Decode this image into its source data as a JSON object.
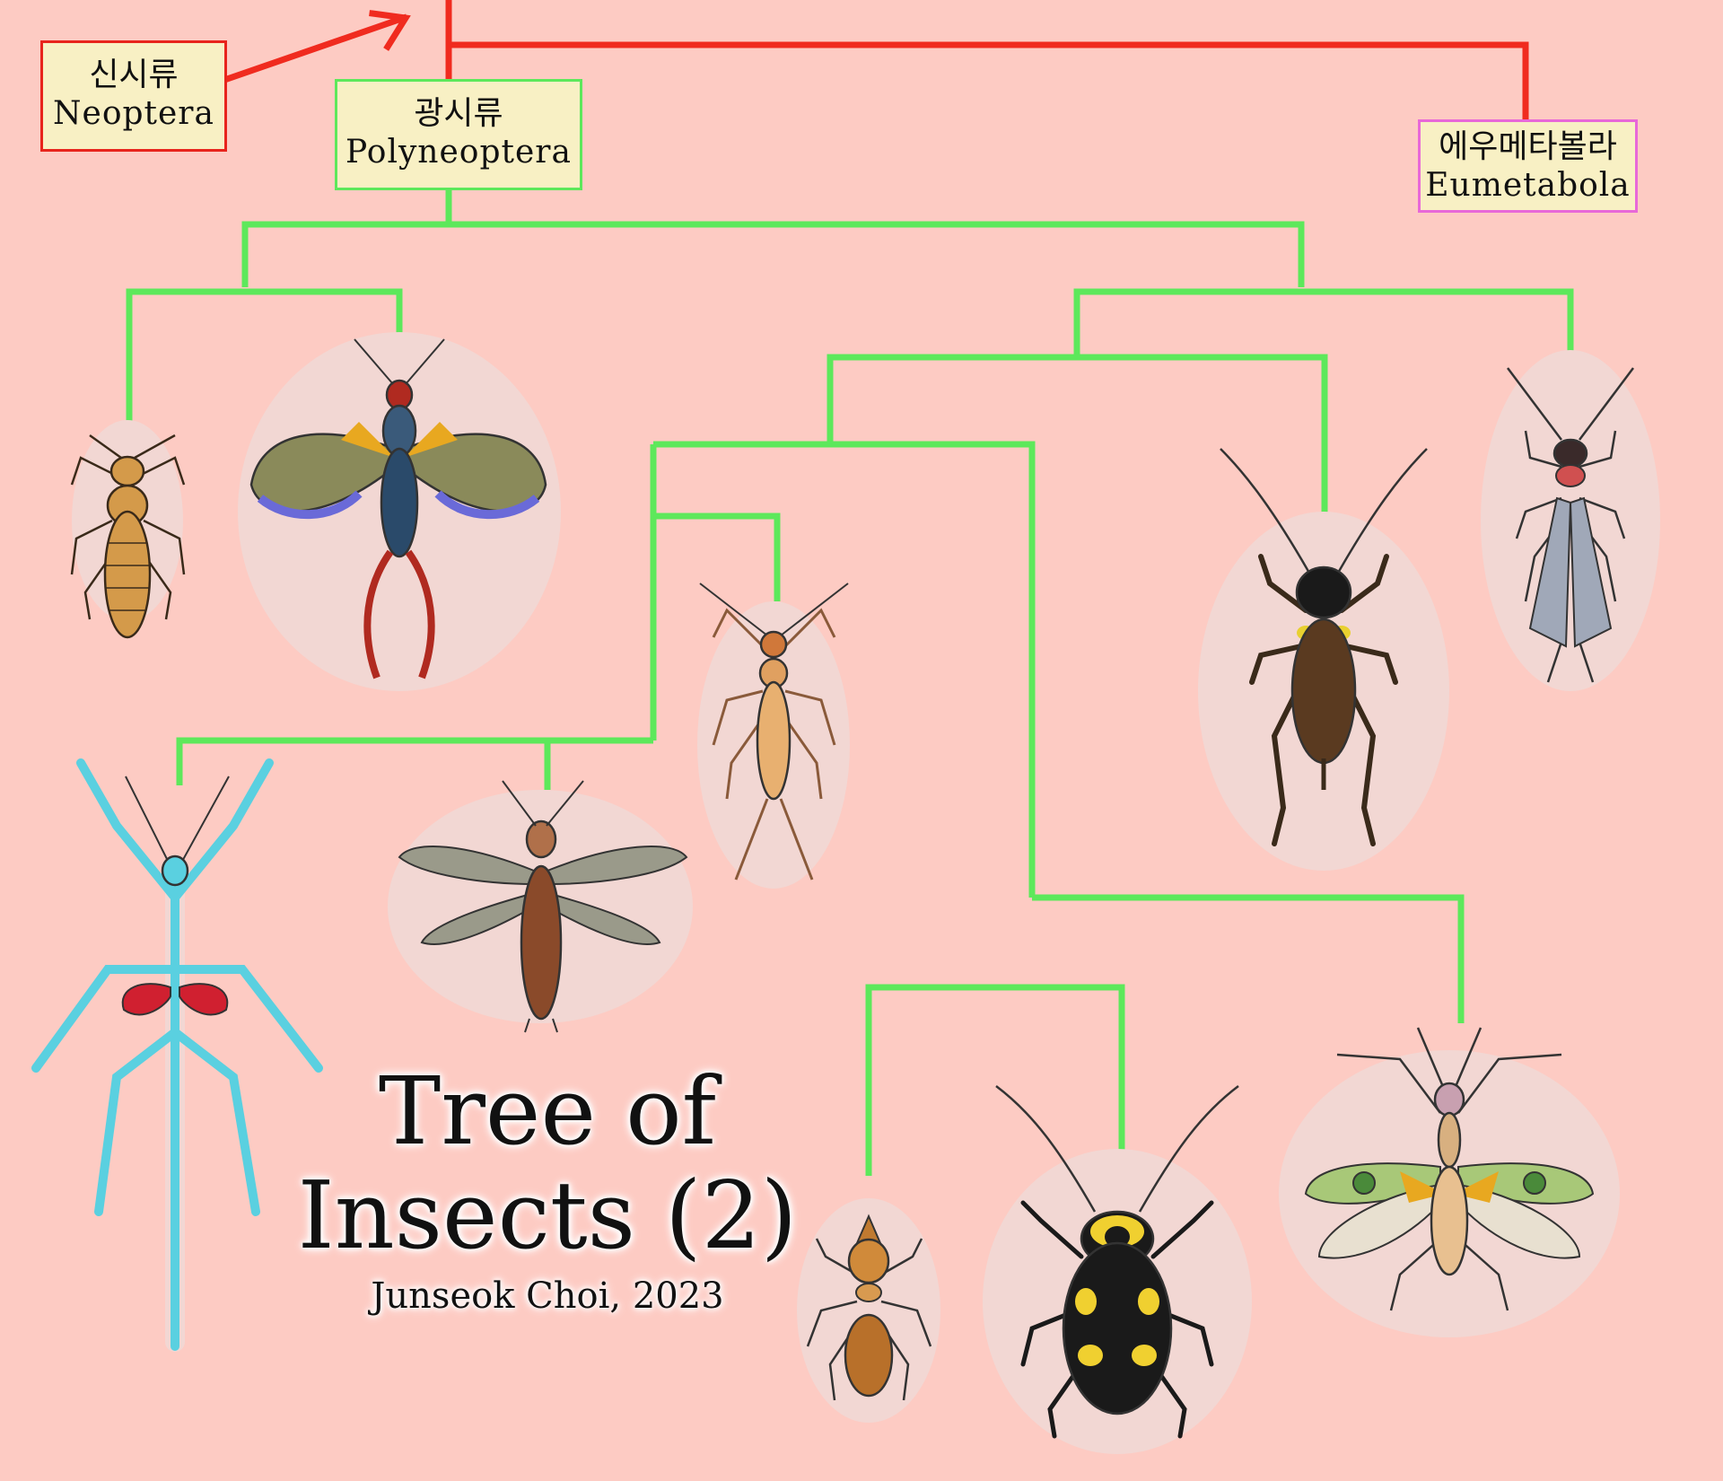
{
  "labels": {
    "neoptera": {
      "ko": "신시류",
      "en": "Neoptera"
    },
    "polyneoptera": {
      "ko": "광시류",
      "en": "Polyneoptera"
    },
    "eumetabola": {
      "ko": "에우메타볼라",
      "en": "Eumetabola"
    }
  },
  "title": {
    "line1": "Tree of",
    "line2": "Insects (2)",
    "credit": "Junseok Choi, 2023"
  },
  "colors": {
    "background": "#fdcbc3",
    "neoptera_branch": "#f02b1f",
    "polyneoptera_branch": "#5de85b",
    "eumetabola_border": "#e868d8",
    "label_fill": "#f8f0c4"
  },
  "insects": [
    {
      "name": "earwig-like-insect-icon"
    },
    {
      "name": "winged-earwig-icon"
    },
    {
      "name": "stick-insect-icon"
    },
    {
      "name": "webspinner-icon"
    },
    {
      "name": "rock-crawler-icon"
    },
    {
      "name": "cricket-icon"
    },
    {
      "name": "stonefly-icon"
    },
    {
      "name": "termite-icon"
    },
    {
      "name": "cockroach-icon"
    },
    {
      "name": "mantis-icon"
    }
  ]
}
